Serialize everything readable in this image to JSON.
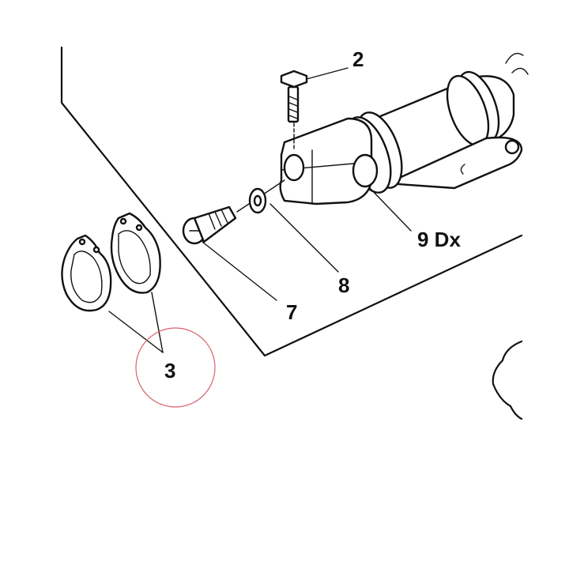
{
  "labels": {
    "bolt": "2",
    "clamps": "3",
    "screw": "7",
    "washer": "8",
    "shaft": "9 Dx"
  },
  "colors": {
    "line": "#111111",
    "highlight_circle": "#d9606e",
    "background": "#ffffff"
  }
}
